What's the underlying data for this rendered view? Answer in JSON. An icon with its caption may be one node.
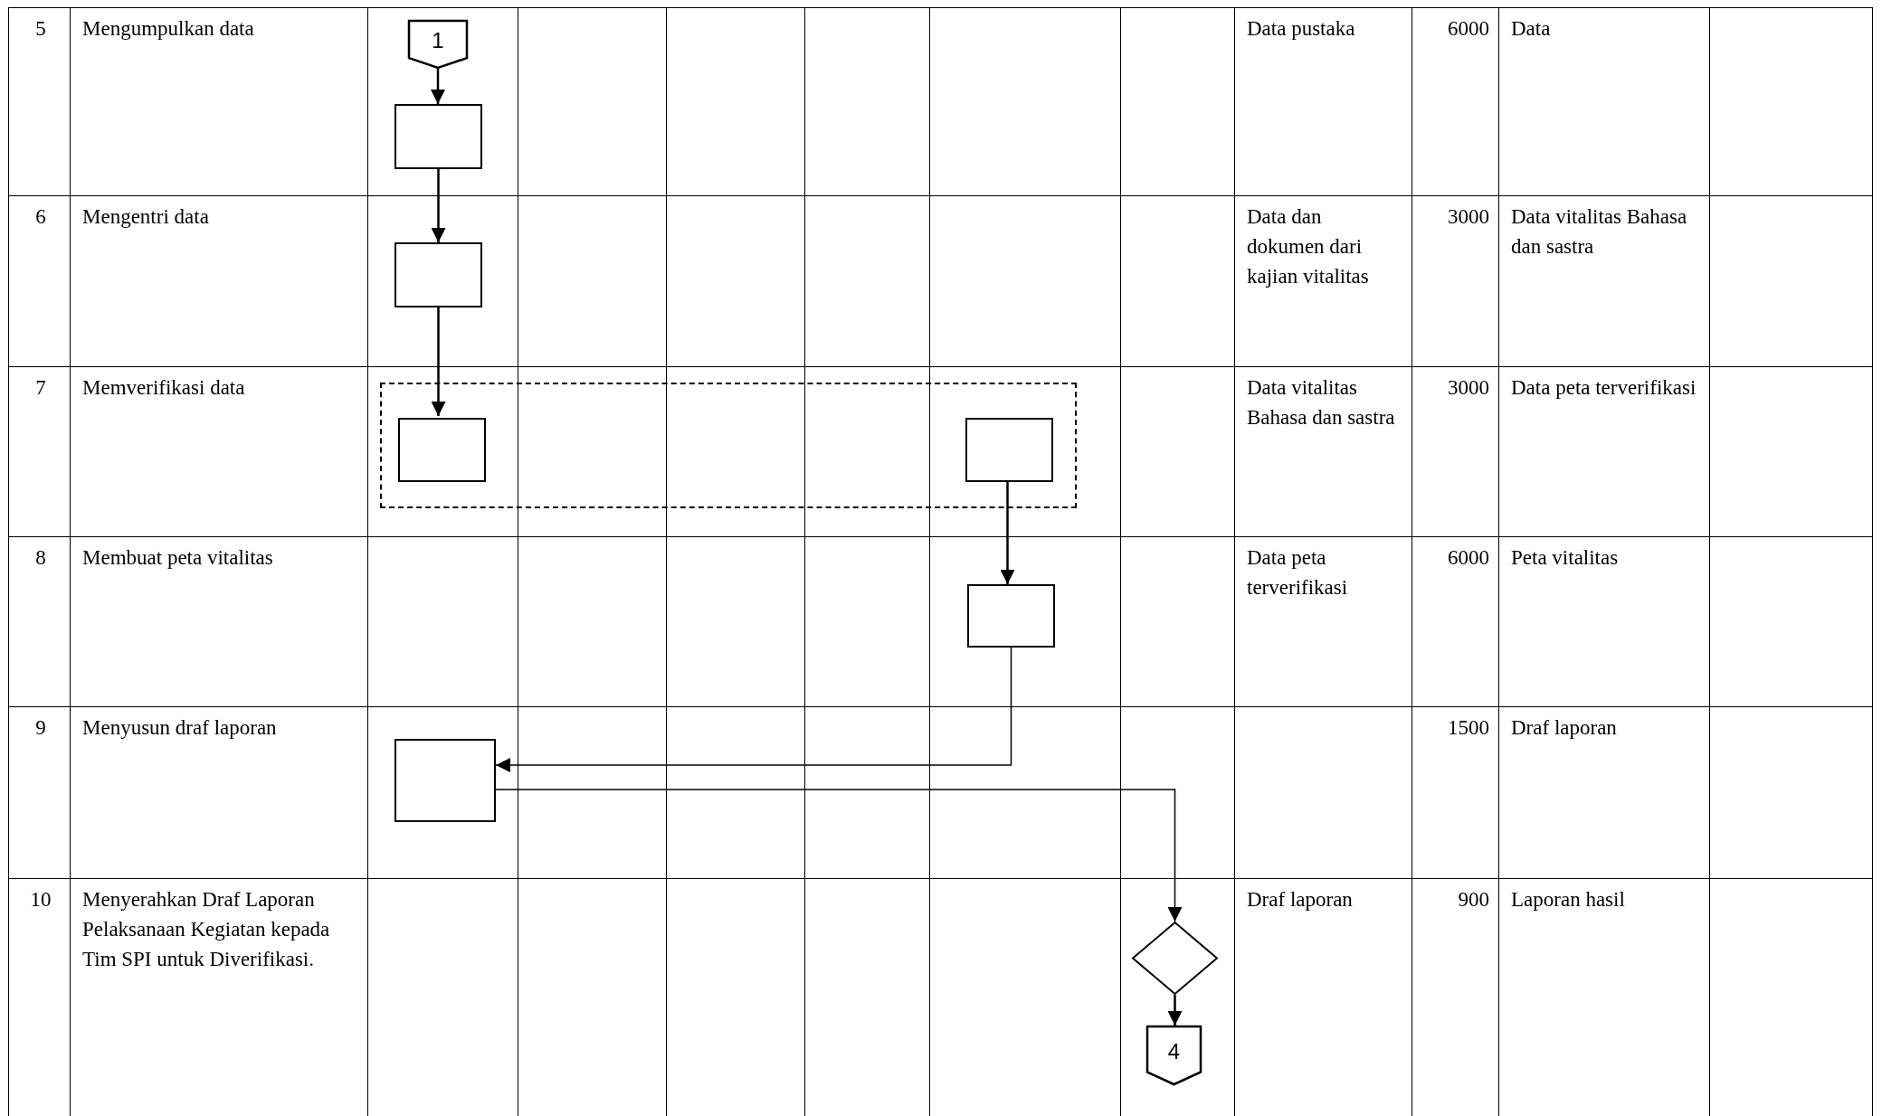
{
  "diagram": {
    "nodes": [
      {
        "text": [
          "1"
        ]
      },
      {
        "text": [],
        "shape": "box"
      },
      {
        "text": [],
        "shape": "box"
      },
      {
        "text": [],
        "shape": "box"
      },
      {
        "text": [],
        "shape": "box",
        "in": 3
      },
      {
        "text": [],
        "shape": "box",
        "in": 3
      },
      {
        "text": [],
        "shape": "box"
      },
      {
        "text": [],
        "shape": "box"
      },
      {
        "text": [],
        "shape": "diamond"
      },
      {
        "text": [
          "4"
        ]
      }
    ],
    "edges": [
      {
        "from": 0,
        "to": 1,
        "arrow": "to"
      },
      {
        "from": 1,
        "to": 2,
        "arrow": "to"
      },
      {
        "from": 2,
        "to": 4,
        "arrow": "to"
      },
      {
        "from": 5,
        "to": 6,
        "arrow": "to"
      },
      {
        "from": 6,
        "to": 7,
        "arrow": "to"
      },
      {
        "from": 7,
        "to": 8,
        "arrow": "to"
      },
      {
        "from": 8,
        "to": 9,
        "arrow": "to"
      }
    ],
    "labels": [
      "5",
      "Mengumpulkan data",
      "Data pustaka",
      "6000",
      "Data",
      "6",
      "Mengentri data",
      "Data dan dokumen dari kajian vitalitas",
      "3000",
      "Data vitalitas Bahasa dan sastra",
      "7",
      "Memverifikasi data",
      "Data vitalitas Bahasa dan sastra",
      "3000",
      "Data peta terverifikasi",
      "8",
      "Membuat peta vitalitas",
      "Data peta terverifikasi",
      "6000",
      "Peta vitalitas",
      "9",
      "Menyusun draf laporan",
      "1500",
      "Draf laporan",
      "10",
      "Menyerahkan Draf Laporan Pelaksanaan Kegiatan kepada Tim SPI untuk Diverifikasi.",
      "Draf laporan",
      "900",
      "Laporan hasil"
    ]
  }
}
